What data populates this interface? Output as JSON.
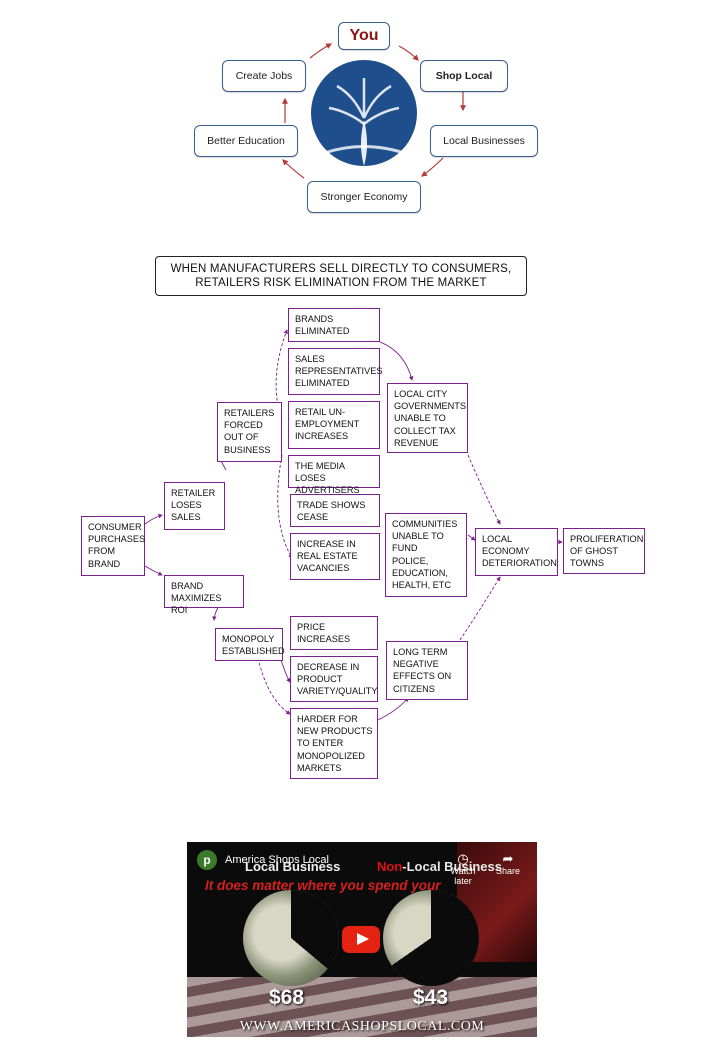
{
  "cycle": {
    "you": "You",
    "shop_local": "Shop Local",
    "local_businesses": "Local Businesses",
    "stronger_economy": "Stronger Economy",
    "better_education": "Better Education",
    "create_jobs": "Create Jobs"
  },
  "flow": {
    "title_line1": "WHEN MANUFACTURERS SELL DIRECTLY TO CONSUMERS,",
    "title_line2": "RETAILERS RISK ELIMINATION FROM THE MARKET",
    "consumer": "CONSUMER\nPURCHASES\nFROM\nBRAND",
    "retailer_loses": "RETAILER\nLOSES\nSALES",
    "brand_roi": "BRAND\nMAXIMIZES ROI",
    "retailers_forced": "RETAILERS\nFORCED\nOUT OF\nBUSINESS",
    "monopoly": "MONOPOLY\nESTABLISHED",
    "brands_elim": "BRANDS\nELIMINATED",
    "sales_reps": "SALES\nREPRESENTATIVES\nELIMINATED",
    "unemployment": "RETAIL UN-\nEMPLOYMENT\nINCREASES",
    "media": "THE MEDIA LOSES\nADVERTISERS",
    "trade_shows": "TRADE SHOWS\nCEASE",
    "vacancies": "INCREASE IN\nREAL ESTATE\nVACANCIES",
    "price": "PRICE\nINCREASES",
    "variety": "DECREASE IN\nPRODUCT\nVARIETY/QUALITY",
    "harder": "HARDER FOR\nNEW PRODUCTS\nTO ENTER\nMONOPOLIZED\nMARKETS",
    "local_gov": "LOCAL CITY\nGOVERNMENTS\nUNABLE TO\nCOLLECT TAX\nREVENUE",
    "communities": "COMMUNITIES\nUNABLE TO\nFUND\nPOLICE,\nEDUCATION,\nHEALTH, ETC",
    "long_term": "LONG TERM\nNEGATIVE\nEFFECTS ON\nCITIZENS",
    "deterioration": "LOCAL\nECONOMY\nDETERIORATION",
    "ghost_towns": "PROLIFERATION\nOF GHOST\nTOWNS"
  },
  "video": {
    "channel_initial": "p",
    "channel_name": "America Shops Local",
    "local_label": "Local Business",
    "nonlocal_prefix": "Non",
    "nonlocal_rest": "-Local Business",
    "headline": "It does matter where you spend your",
    "watch_later": "Watch later",
    "share": "Share",
    "local_amount": "$68",
    "nonlocal_amount": "$43",
    "site": "WWW.AMERICASHOPSLOCAL.COM"
  },
  "colors": {
    "cycle_border": "#3a5f8e",
    "cycle_arrow": "#b23a3a",
    "flow_border": "#7d1f8e",
    "tree": "#1f4e8c",
    "youtube_red": "#e52313"
  }
}
